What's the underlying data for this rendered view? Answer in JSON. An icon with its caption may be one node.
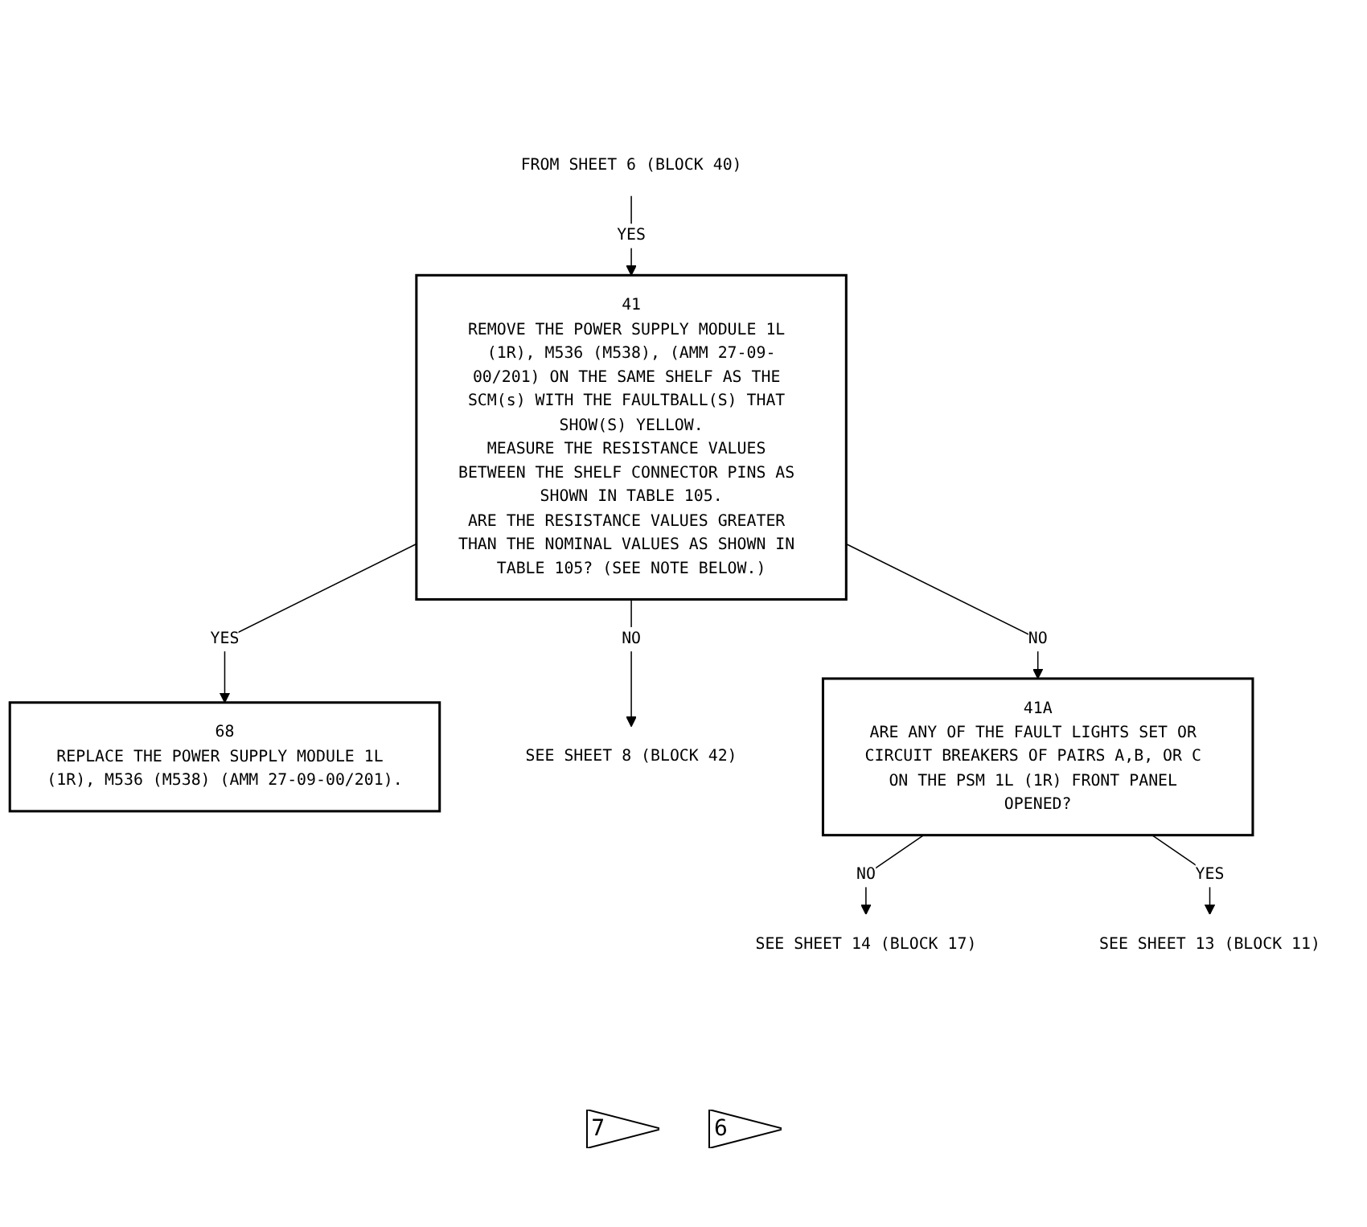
{
  "diagram": {
    "nodes": [
      {
        "text": [
          "FROM SHEET 6 (BLOCK 40)"
        ]
      },
      {
        "text": [
          "41",
          "REMOVE THE POWER SUPPLY MODULE 1L (1R), M536 (M538), (AMM 27-09-00/201) ON THE SAME SHELF AS THE SCM(s) WITH THE FAULTBALL(S) THAT SHOW(S) YELLOW.",
          "MEASURE THE RESISTANCE VALUES BETWEEN THE SHELF CONNECTOR PINS AS SHOWN IN TABLE 105.",
          "ARE THE RESISTANCE VALUES GREATER THAN THE NOMINAL VALUES AS SHOWN IN TABLE 105? (SEE NOTE BELOW.)"
        ]
      },
      {
        "text": [
          "68",
          "REPLACE THE POWER SUPPLY MODULE 1L (1R), M536 (M538) (AMM 27-09-00/201)."
        ]
      },
      {
        "text": [
          "SEE SHEET 8 (BLOCK 42)"
        ]
      },
      {
        "text": [
          "41A",
          "ARE ANY OF THE FAULT LIGHTS SET OR CIRCUIT BREAKERS OF PAIRS A,B, OR C ON THE PSM 1L (1R) FRONT PANEL OPENED?"
        ]
      },
      {
        "text": [
          "SEE SHEET 14 (BLOCK 17)"
        ]
      },
      {
        "text": [
          "SEE SHEET 13 (BLOCK 11)"
        ]
      }
    ],
    "edges": [
      {
        "from": 0,
        "to": 1,
        "arrow": "to",
        "label": "YES"
      },
      {
        "from": 1,
        "to": 2,
        "arrow": "to",
        "label": "YES"
      },
      {
        "from": 1,
        "to": 3,
        "arrow": "to",
        "label": "NO"
      },
      {
        "from": 1,
        "to": 4,
        "arrow": "to",
        "label": "NO"
      },
      {
        "from": 4,
        "to": 5,
        "arrow": "to",
        "label": "NO"
      },
      {
        "from": 4,
        "to": 6,
        "arrow": "to",
        "label": "YES"
      }
    ],
    "labels": [
      "7",
      "6"
    ]
  }
}
